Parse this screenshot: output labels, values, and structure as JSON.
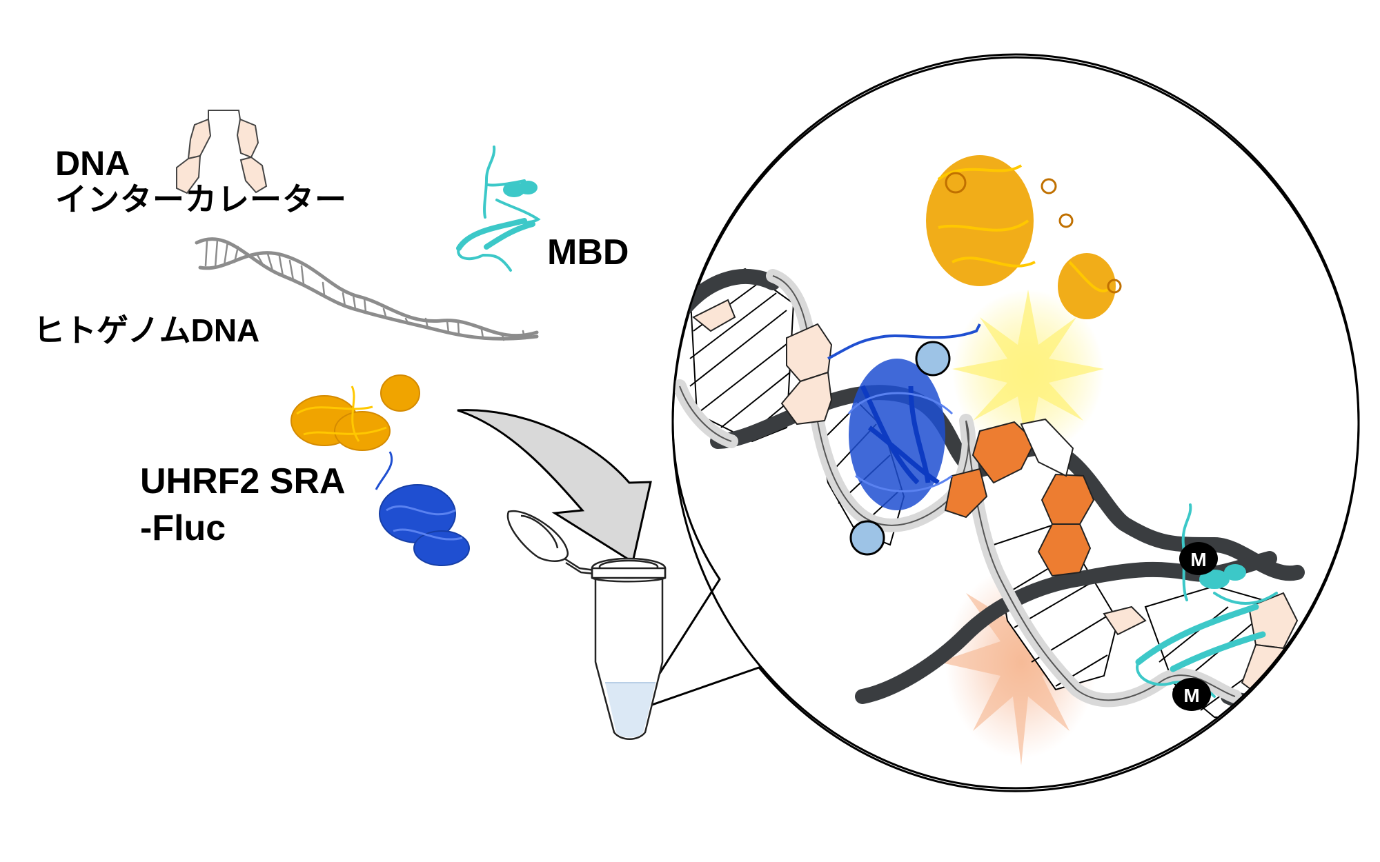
{
  "labels": {
    "intercalator_line1": "DNA",
    "intercalator_line2": "インターカレーター",
    "genome_dna": "ヒトゲノムDNA",
    "mbd": "MBD",
    "uhrf2_line1": "UHRF2 SRA",
    "uhrf2_line2": "-Fluc",
    "methyl_mark": "M"
  },
  "colors": {
    "intercalator_fill": "#fbe5d6",
    "intercalator_bound_fill": "#ed7d31",
    "mbd_protein": "#3cc8c8",
    "sra_protein": "#1f4fd1",
    "fluc_protein": "#f0a400",
    "sra_contact": "#9dc3e6",
    "helix_backbone_dark": "#3a3d40",
    "helix_backbone_light": "#d9d9d9",
    "tube_liquid": "#dbe8f5",
    "arrow_fill": "#d9d9d9",
    "glow_yellow": "#fff27a",
    "glow_orange": "#f8c3a8"
  }
}
